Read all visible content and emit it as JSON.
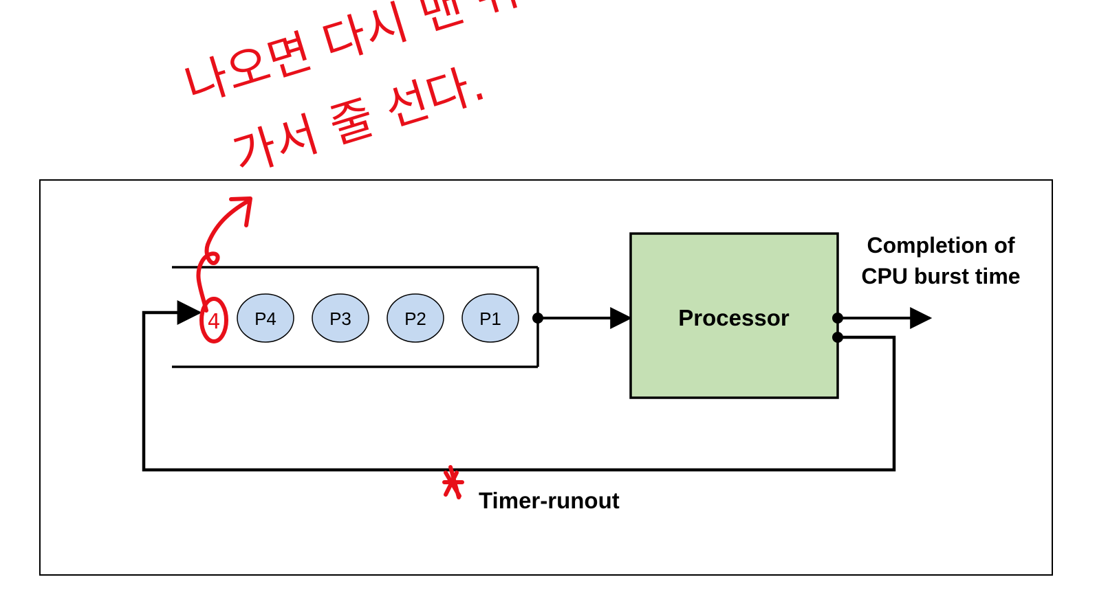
{
  "colors": {
    "background": "#ffffff",
    "line": "#000000",
    "process_fill": "#c5d9f1",
    "processor_fill": "#c5e0b4",
    "annotation": "#e8101a"
  },
  "queue": {
    "processes": [
      "P4",
      "P3",
      "P2",
      "P1"
    ],
    "new_arrival_mark": "4"
  },
  "processor": {
    "label": "Processor"
  },
  "completion": {
    "line1": "Completion of",
    "line2": "CPU burst time"
  },
  "timer": {
    "label": "Timer-runout"
  },
  "annotation": {
    "line1": "나오면 다시 맨 뒤로",
    "line2": "가서 줄 선다."
  }
}
